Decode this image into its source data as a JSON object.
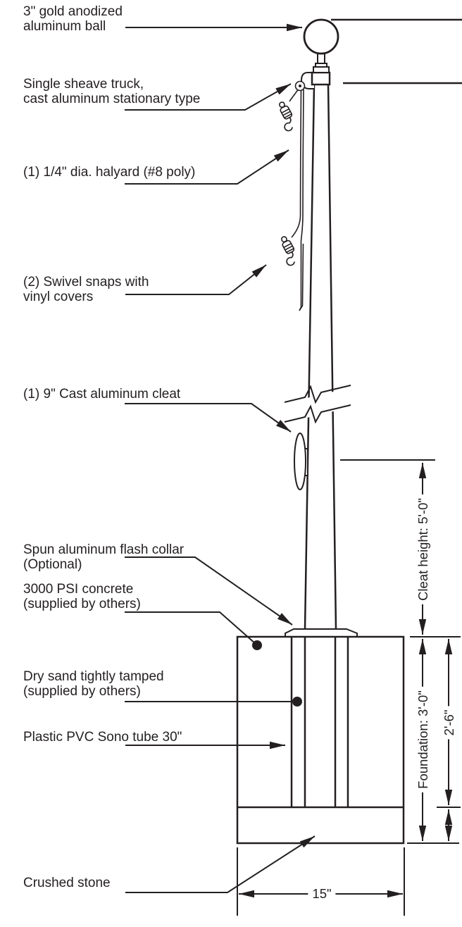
{
  "colors": {
    "line": "#231f20",
    "background": "#ffffff"
  },
  "callouts": [
    {
      "id": "ball",
      "text": "3\" gold anodized\naluminum ball"
    },
    {
      "id": "truck",
      "text": "Single sheave truck,\ncast aluminum stationary type"
    },
    {
      "id": "halyard",
      "text": "(1) 1/4\" dia. halyard (#8 poly)"
    },
    {
      "id": "snaps",
      "text": "(2) Swivel snaps with\nvinyl covers"
    },
    {
      "id": "cleat",
      "text": "(1) 9\" Cast aluminum cleat"
    },
    {
      "id": "collar",
      "text": "Spun aluminum flash collar\n(Optional)"
    },
    {
      "id": "concrete",
      "text": "3000 PSI concrete\n(supplied by others)"
    },
    {
      "id": "sand",
      "text": "Dry sand tightly tamped\n(supplied by others)"
    },
    {
      "id": "pvc",
      "text": "Plastic PVC Sono tube 30\""
    },
    {
      "id": "stone",
      "text": "Crushed stone"
    }
  ],
  "dimensions": {
    "cleat_height": "Cleat height:  5'-0\"",
    "foundation_depth": "Foundation: 3'-0\"",
    "tube_depth": "2'-6\"",
    "foundation_width": "15\""
  }
}
